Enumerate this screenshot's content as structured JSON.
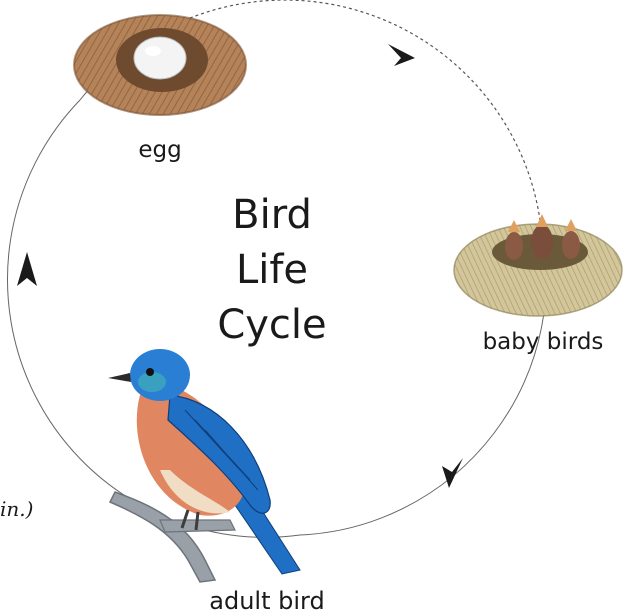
{
  "diagram": {
    "title_lines": [
      "Bird",
      "Life",
      "Cycle"
    ],
    "stages": {
      "egg": "egg",
      "baby_birds": "baby birds",
      "adult_bird": "adult bird"
    },
    "edge_fragment": "in.)"
  },
  "colors": {
    "nest": "#b5835a",
    "nest_dark": "#7a5232",
    "baby_nest": "#cdbf8f",
    "bluebird_blue": "#1f6fc4",
    "bluebird_breast": "#e08660",
    "branch": "#9aa0a8",
    "cycle_line": "#555555"
  },
  "icons": [
    "nest-with-egg-icon",
    "nest-with-chicks-icon",
    "bluebird-icon",
    "branch-icon",
    "cycle-arrow-icon"
  ]
}
